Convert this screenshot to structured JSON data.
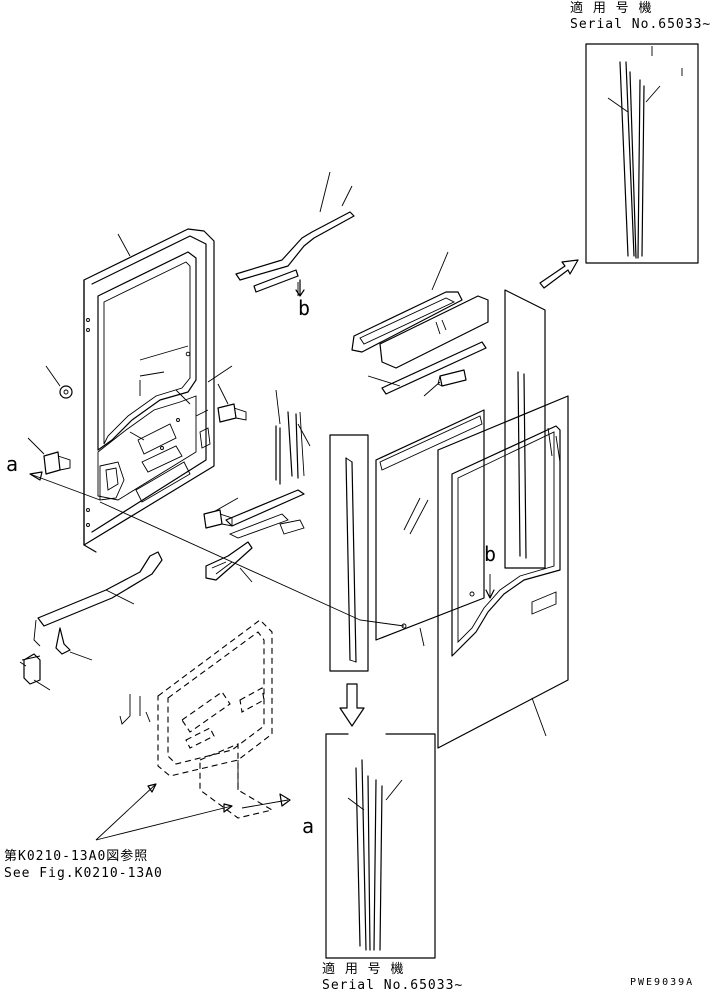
{
  "serial_top": {
    "jp": "適 用 号 機",
    "en": "Serial No.65033∼"
  },
  "serial_bottom": {
    "jp": "適 用 号 機",
    "en": "Serial No.65033∼"
  },
  "reference": {
    "jp": "第K0210-13A0図参照",
    "en": "See Fig.K0210-13A0"
  },
  "labels": {
    "a_left": "a",
    "a_bottom": "a",
    "b_upper": "b",
    "b_right": "b"
  },
  "drawing_code": "PWE9039A"
}
